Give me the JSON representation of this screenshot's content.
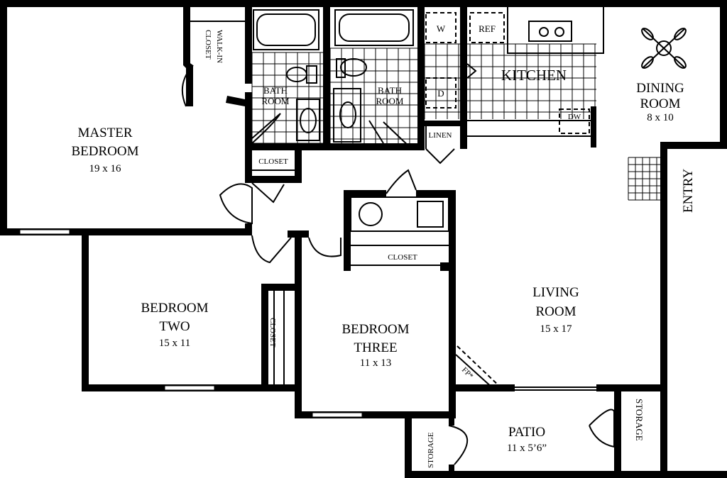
{
  "rooms": {
    "master_bedroom": {
      "line1": "MASTER",
      "line2": "BEDROOM",
      "dims": "19 x 16"
    },
    "walk_in_closet": {
      "line1": "WALK-IN",
      "line2": "CLOSET"
    },
    "bath_one": {
      "line1": "BATH",
      "line2": "ROOM"
    },
    "bath_two": {
      "line1": "BATH",
      "line2": "ROOM"
    },
    "kitchen": {
      "label": "KITCHEN"
    },
    "dining_room": {
      "line1": "DINING",
      "line2": "ROOM",
      "dims": "8 x 10"
    },
    "master_closet": {
      "label": "CLOSET"
    },
    "linen": {
      "label": "LINEN"
    },
    "entry": {
      "label": "ENTRY"
    },
    "bedroom_two": {
      "line1": "BEDROOM",
      "line2": "TWO",
      "dims": "15 x 11"
    },
    "bedroom_two_closet": {
      "label": "CLOSET"
    },
    "bedroom_three": {
      "line1": "BEDROOM",
      "line2": "THREE",
      "dims": "11 x 13"
    },
    "bedroom_three_closet": {
      "label": "CLOSET"
    },
    "living_room": {
      "line1": "LIVING",
      "line2": "ROOM",
      "dims": "15 x 17"
    },
    "patio": {
      "label": "PATIO",
      "dims": "11 x 5’6”"
    },
    "storage_left": {
      "label": "STORAGE"
    },
    "storage_right": {
      "label": "STORAGE"
    }
  },
  "fixtures": {
    "washer": "W",
    "refrigerator": "REF",
    "dryer": "D",
    "dishwasher": "DW",
    "fireplace": "FP*"
  }
}
